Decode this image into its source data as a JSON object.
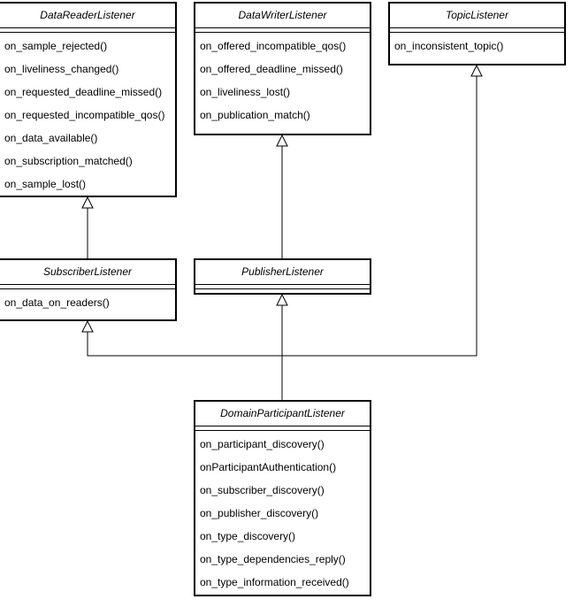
{
  "classes": {
    "data_reader_listener": {
      "name": "DataReaderListener",
      "methods": [
        "on_sample_rejected()",
        "on_liveliness_changed()",
        "on_requested_deadline_missed()",
        "on_requested_incompatible_qos()",
        "on_data_available()",
        "on_subscription_matched()",
        "on_sample_lost()"
      ]
    },
    "data_writer_listener": {
      "name": "DataWriterListener",
      "methods": [
        "on_offered_incompatible_qos()",
        "on_offered_deadline_missed()",
        "on_liveliness_lost()",
        "on_publication_match()"
      ]
    },
    "topic_listener": {
      "name": "TopicListener",
      "methods": [
        "on_inconsistent_topic()"
      ]
    },
    "subscriber_listener": {
      "name": "SubscriberListener",
      "methods": [
        "on_data_on_readers()"
      ]
    },
    "publisher_listener": {
      "name": "PublisherListener",
      "methods": []
    },
    "domain_participant_listener": {
      "name": "DomainParticipantListener",
      "methods": [
        "on_participant_discovery()",
        "onParticipantAuthentication()",
        "on_subscriber_discovery()",
        "on_publisher_discovery()",
        "on_type_discovery()",
        "on_type_dependencies_reply()",
        "on_type_information_received()"
      ]
    }
  }
}
